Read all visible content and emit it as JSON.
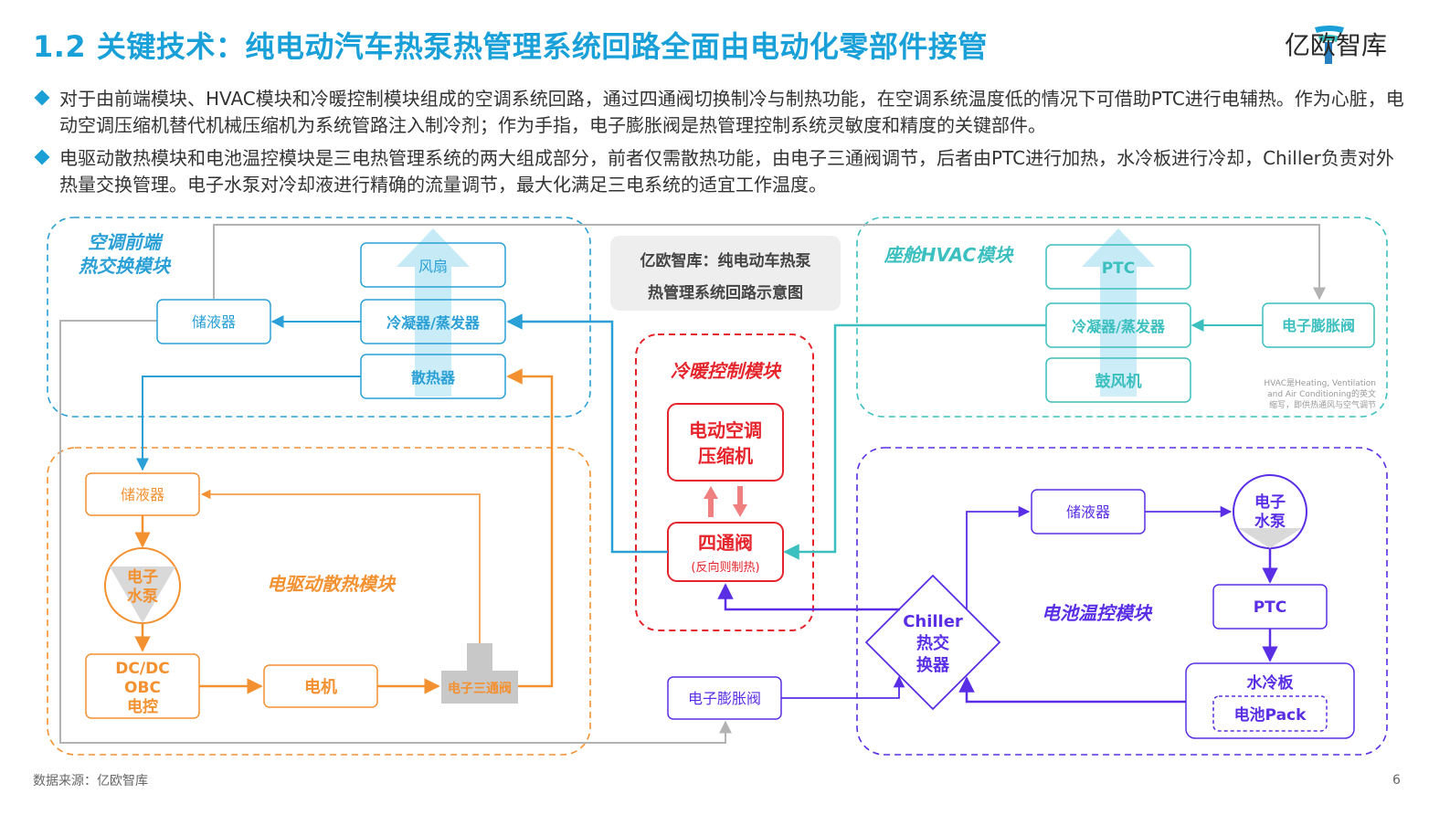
{
  "header": {
    "title": "1.2 关键技术：纯电动汽车热泵热管理系统回路全面由电动化零部件接管",
    "logo_text": "亿欧智库"
  },
  "bullets": [
    "对于由前端模块、HVAC模块和冷暖控制模块组成的空调系统回路，通过四通阀切换制冷与制热功能，在空调系统温度低的情况下可借助PTC进行电辅热。作为心脏，电动空调压缩机替代机械压缩机为系统管路注入制冷剂；作为手指，电子膨胀阀是热管理控制系统灵敏度和精度的关键部件。",
    "电驱动散热模块和电池温控模块是三电热管理系统的两大组成部分，前者仅需散热功能，由电子三通阀调节，后者由PTC进行加热，水冷板进行冷却，Chiller负责对外热量交换管理。电子水泵对冷却液进行精确的流量调节，最大化满足三电系统的适宜工作温度。"
  ],
  "diagram": {
    "caption_line1": "亿欧智库：纯电动车热泵",
    "caption_line2": "热管理系统回路示意图",
    "front_module": {
      "label_line1": "空调前端",
      "label_line2": "热交换模块",
      "fan": "风扇",
      "receiver": "储液器",
      "condenser": "冷凝器/蒸发器",
      "radiator": "散热器"
    },
    "hvac_module": {
      "label": "座舱HVAC模块",
      "ptc": "PTC",
      "condenser": "冷凝器/蒸发器",
      "blower": "鼓风机",
      "expansion_valve": "电子膨胀阀",
      "note_line1": "HVAC是Heating, Ventilation",
      "note_line2": "and Air Conditioning的英文",
      "note_line3": "缩写，即供热通风与空气调节"
    },
    "control_module": {
      "label": "冷暖控制模块",
      "compressor_line1": "电动空调",
      "compressor_line2": "压缩机",
      "four_way_valve": "四通阀",
      "four_way_note": "(反向则制热)"
    },
    "drive_module": {
      "label": "电驱动散热模块",
      "receiver": "储液器",
      "pump_line1": "电子",
      "pump_line2": "水泵",
      "dcdc_line1": "DC/DC",
      "dcdc_line2": "OBC",
      "dcdc_line3": "电控",
      "motor": "电机",
      "three_way_valve": "电子三通阀"
    },
    "battery_module": {
      "label": "电池温控模块",
      "receiver": "储液器",
      "pump_line1": "电子",
      "pump_line2": "水泵",
      "ptc": "PTC",
      "cold_plate": "水冷板",
      "battery_pack": "电池Pack",
      "chiller_line1": "Chiller",
      "chiller_line2": "热交",
      "chiller_line3": "换器",
      "expansion_valve": "电子膨胀阀"
    },
    "colors": {
      "front": "#2aa0d6",
      "hvac": "#3bbfbf",
      "control": "#e5242b",
      "drive": "#f39130",
      "battery": "#5a2ee5",
      "gray": "#b3b3b3"
    }
  },
  "footer": {
    "source": "数据来源：亿欧智库",
    "page_number": "6"
  }
}
